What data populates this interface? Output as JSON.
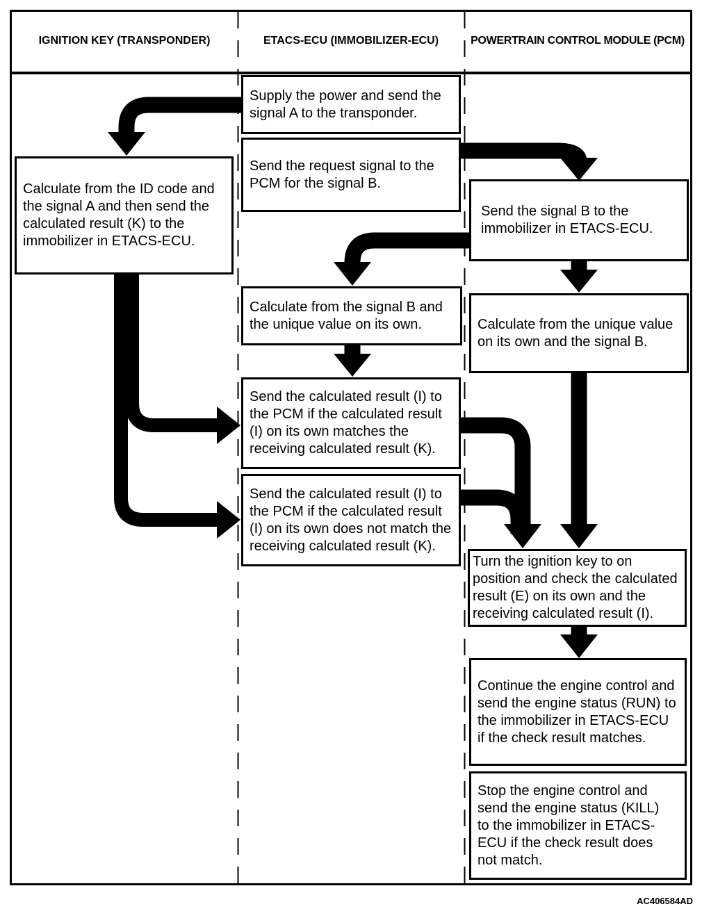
{
  "header": {
    "columns": [
      "IGNITION KEY (TRANSPONDER)",
      "ETACS-ECU (IMMOBILIZER-ECU)",
      "POWERTRAIN CONTROL MODULE (PCM)"
    ]
  },
  "boxes": {
    "supply_power": {
      "column": "etacs",
      "text": "Supply the power and send the\nsignal A to the transponder."
    },
    "send_request": {
      "column": "etacs",
      "text": "Send the request signal to the\nPCM for the signal B."
    },
    "calc_id_code": {
      "column": "ignition_key",
      "text": "Calculate from the ID code and\nthe signal A and then send the\ncalculated result (K) to the\nimmobilizer in ETACS-ECU."
    },
    "send_signal_b": {
      "column": "pcm",
      "text": "Send the signal B to the\nimmobilizer in ETACS-ECU."
    },
    "calc_signal_b": {
      "column": "etacs",
      "text": "Calculate from the signal B and\nthe unique value on its own."
    },
    "calc_unique_value": {
      "column": "pcm",
      "text": "Calculate from the unique value\non its own and the signal B."
    },
    "send_result_match": {
      "column": "etacs",
      "text": "Send the calculated result (I) to\nthe PCM if the calculated result\n(I) on its own matches the\nreceiving calculated result (K)."
    },
    "send_result_no_match": {
      "column": "etacs",
      "text": "Send the calculated result (I) to\nthe PCM if the calculated result\n(I) on its own does not match the\nreceiving calculated result (K)."
    },
    "turn_ignition_key": {
      "column": "pcm",
      "text": "Turn the ignition key to on\nposition and check the calculated\nresult (E) on its own and the\nreceiving calculated result (I)."
    },
    "continue_engine": {
      "column": "pcm",
      "text": "Continue the engine control and\nsend the engine status (RUN) to\nthe immobilizer in ETACS-ECU\nif the check result matches."
    },
    "stop_engine": {
      "column": "pcm",
      "text": "Stop the engine control and\nsend the engine status (KILL)\nto the immobilizer in ETACS-\nECU if the check result does\nnot match."
    }
  },
  "arrows": [
    {
      "from": "supply_power",
      "to": "calc_id_code"
    },
    {
      "from": "send_request",
      "to": "send_signal_b"
    },
    {
      "from": "send_signal_b",
      "to": "calc_signal_b"
    },
    {
      "from": "calc_signal_b",
      "to": "send_result_match"
    },
    {
      "from": "send_signal_b",
      "to": "calc_unique_value"
    },
    {
      "from": "calc_id_code",
      "to": "send_result_match"
    },
    {
      "from": "calc_id_code",
      "to": "send_result_no_match"
    },
    {
      "from": "send_result_match",
      "to": "turn_ignition_key"
    },
    {
      "from": "send_result_no_match",
      "to": "turn_ignition_key"
    },
    {
      "from": "calc_unique_value",
      "to": "turn_ignition_key"
    },
    {
      "from": "turn_ignition_key",
      "to": "continue_engine"
    }
  ],
  "footer": {
    "figure_code": "AC406584AD"
  },
  "colors": {
    "ink": "#000000",
    "background": "#ffffff"
  }
}
